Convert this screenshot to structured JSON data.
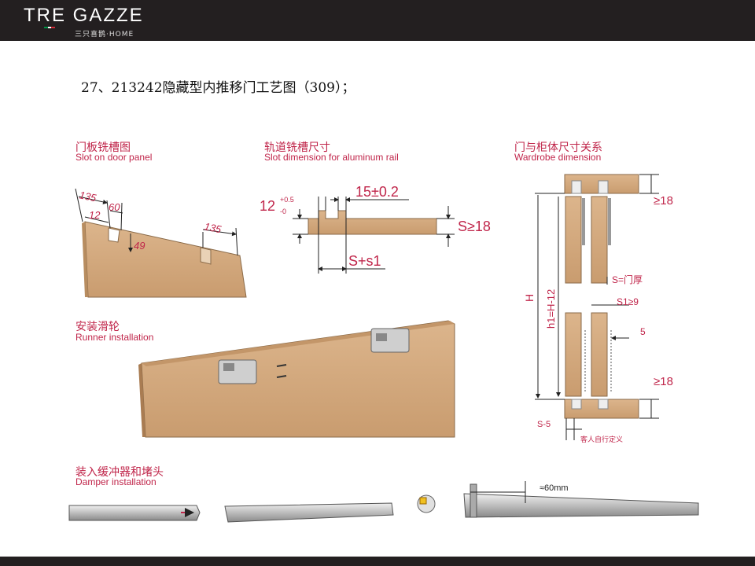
{
  "header": {
    "logo_text": "TRE GAZZE",
    "logo_sub": "三只喜鹊·HOME",
    "logo_accent_colors": [
      "#009246",
      "#ffffff",
      "#ce2b37"
    ]
  },
  "page_title": "27、213242隐藏型内推移门工艺图（309）；",
  "colors": {
    "accent": "#c0254a",
    "wood": "#d4a87c",
    "wood_dark": "#b98a5c",
    "header_bg": "#231f20"
  },
  "sections": {
    "slot_door": {
      "title_zh": "门板铣槽图",
      "title_en": "Slot on door panel",
      "dims": [
        "135",
        "12",
        "60",
        "49",
        "135"
      ]
    },
    "rail_slot": {
      "title_zh": "轨道铣槽尺寸",
      "title_en": "Slot dimension for aluminum rail",
      "dim_top": "15±0.2",
      "dim_left_main": "12",
      "dim_left_sup": "+0.5",
      "dim_left_sub": "-0",
      "dim_right": "S≥18",
      "dim_bottom": "S+s1"
    },
    "wardrobe": {
      "title_zh": "门与柜体尺寸关系",
      "title_en": "Wardrobe dimension",
      "dim_top_right": "≥18",
      "dim_door_thick": "S=门厚",
      "dim_s1": "S1≥9",
      "dim_5": "5",
      "dim_bottom_right": "≥18",
      "dim_h": "H",
      "dim_h1": "h1=H-12",
      "dim_s5": "S-5",
      "dim_customer": "客人自行定义"
    },
    "runner": {
      "title_zh": "安装滑轮",
      "title_en": "Runner installation"
    },
    "damper": {
      "title_zh": "装入缓冲器和堵头",
      "title_en": "Damper installation",
      "dim_60": "≈60mm"
    }
  }
}
